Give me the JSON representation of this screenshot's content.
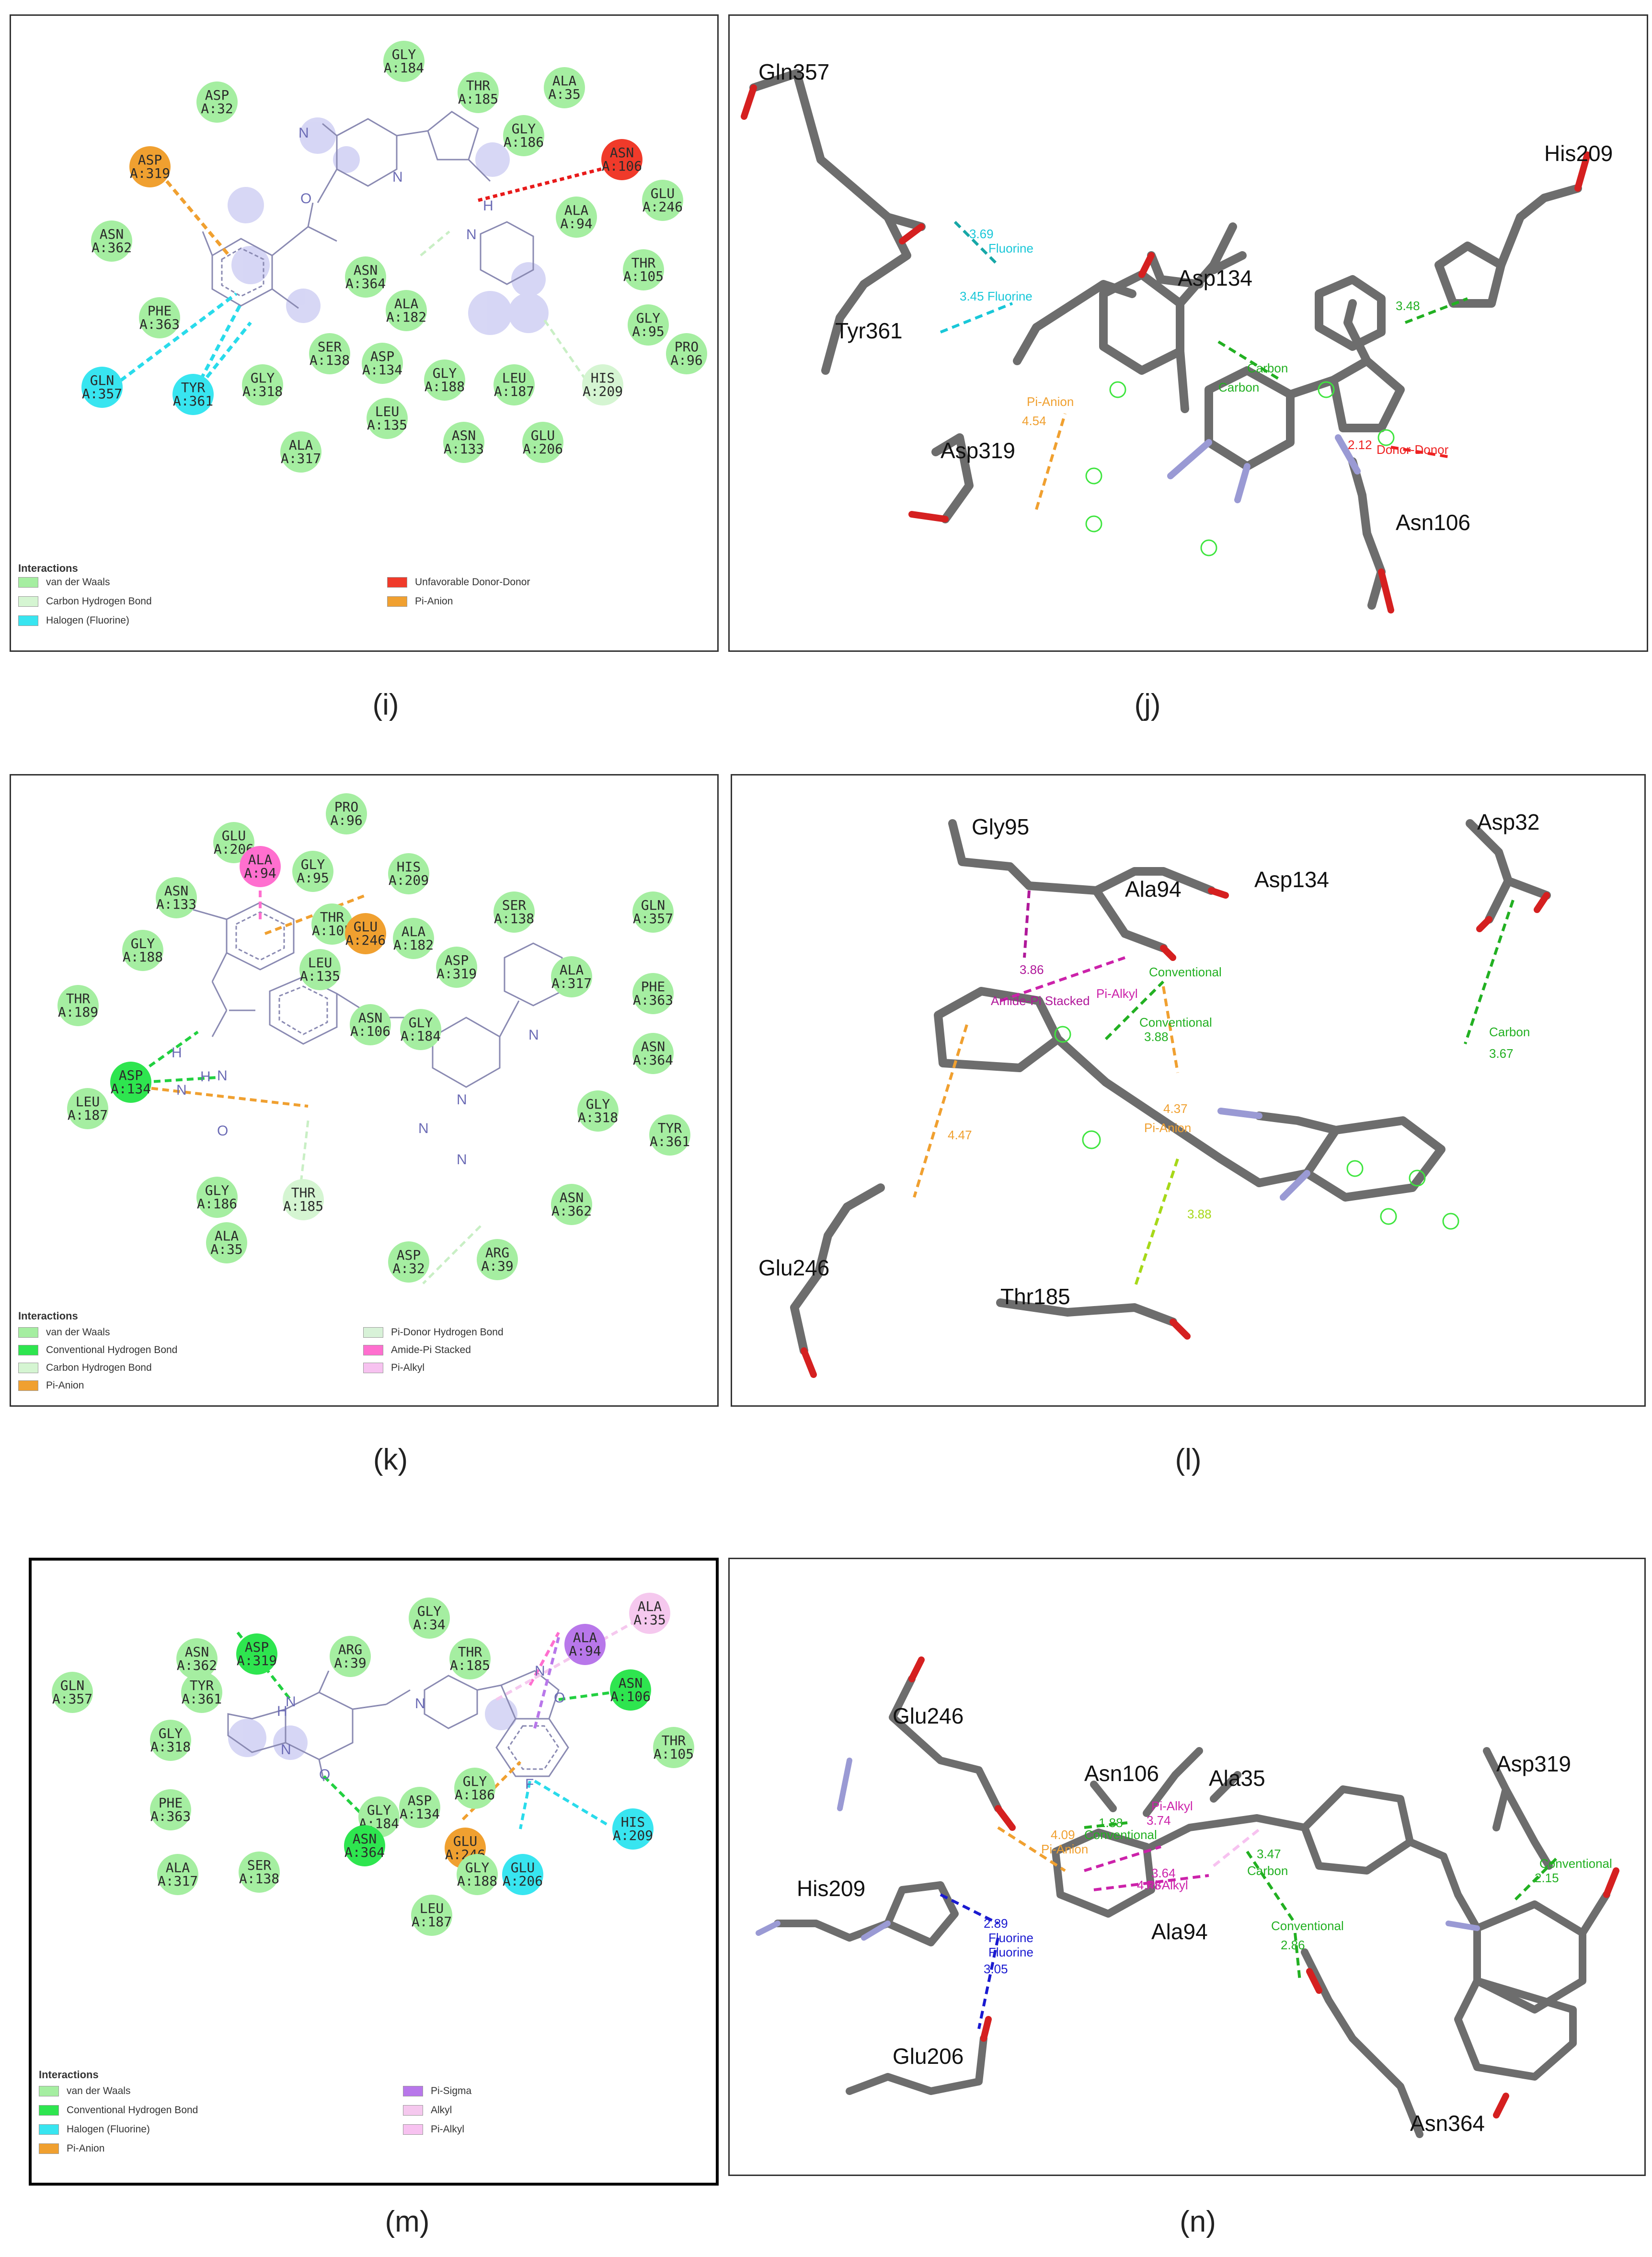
{
  "colors": {
    "vdw": "#a5eea1",
    "conventional": "#2ee54f",
    "carbon_hb": "#d5f5d2",
    "halogen": "#38e5f0",
    "pi_anion": "#f0a030",
    "unfavorable": "#f03a2a",
    "pi_donor": "#d8f2d8",
    "amide_pi": "#ff6fcf",
    "pi_alkyl": "#f7c2f0",
    "pi_sigma": "#b877ea",
    "alkyl": "#f5c8ee"
  },
  "captions": {
    "i": "(i)",
    "j": "(j)",
    "k": "(k)",
    "l": "(l)",
    "m": "(m)",
    "n": "(n)"
  },
  "panel_i": {
    "legend_title": "Interactions",
    "legend": [
      {
        "label": "van der Waals",
        "color": "#a5eea1"
      },
      {
        "label": "Carbon Hydrogen Bond",
        "color": "#d5f5d2"
      },
      {
        "label": "Halogen (Fluorine)",
        "color": "#38e5f0"
      },
      {
        "label": "Unfavorable Donor-Donor",
        "color": "#f03a2a"
      },
      {
        "label": "Pi-Anion",
        "color": "#f0a030"
      }
    ],
    "residues": [
      {
        "a": "GLY",
        "b": "A:184",
        "t": "vdw"
      },
      {
        "a": "THR",
        "b": "A:185",
        "t": "vdw"
      },
      {
        "a": "ALA",
        "b": "A:35",
        "t": "vdw"
      },
      {
        "a": "ASP",
        "b": "A:32",
        "t": "vdw"
      },
      {
        "a": "GLY",
        "b": "A:186",
        "t": "vdw"
      },
      {
        "a": "ASN",
        "b": "A:106",
        "t": "unfavorable"
      },
      {
        "a": "ASP",
        "b": "A:319",
        "t": "pi_anion"
      },
      {
        "a": "GLU",
        "b": "A:246",
        "t": "vdw"
      },
      {
        "a": "ALA",
        "b": "A:94",
        "t": "vdw"
      },
      {
        "a": "ASN",
        "b": "A:362",
        "t": "vdw"
      },
      {
        "a": "THR",
        "b": "A:105",
        "t": "vdw"
      },
      {
        "a": "ASN",
        "b": "A:364",
        "t": "vdw"
      },
      {
        "a": "ALA",
        "b": "A:182",
        "t": "vdw"
      },
      {
        "a": "PHE",
        "b": "A:363",
        "t": "vdw"
      },
      {
        "a": "GLY",
        "b": "A:95",
        "t": "vdw"
      },
      {
        "a": "PRO",
        "b": "A:96",
        "t": "vdw"
      },
      {
        "a": "SER",
        "b": "A:138",
        "t": "vdw"
      },
      {
        "a": "ASP",
        "b": "A:134",
        "t": "vdw"
      },
      {
        "a": "GLY",
        "b": "A:318",
        "t": "vdw"
      },
      {
        "a": "GLY",
        "b": "A:188",
        "t": "vdw"
      },
      {
        "a": "LEU",
        "b": "A:187",
        "t": "vdw"
      },
      {
        "a": "HIS",
        "b": "A:209",
        "t": "carbon_hb"
      },
      {
        "a": "GLN",
        "b": "A:357",
        "t": "halogen"
      },
      {
        "a": "TYR",
        "b": "A:361",
        "t": "halogen"
      },
      {
        "a": "LEU",
        "b": "A:135",
        "t": "vdw"
      },
      {
        "a": "ASN",
        "b": "A:133",
        "t": "vdw"
      },
      {
        "a": "GLU",
        "b": "A:206",
        "t": "vdw"
      },
      {
        "a": "ALA",
        "b": "A:317",
        "t": "vdw"
      }
    ],
    "atoms": [
      "N",
      "O",
      "N",
      "H",
      "N"
    ]
  },
  "panel_j": {
    "residues": [
      "Gln357",
      "His209",
      "Asp134",
      "Tyr361",
      "Asp319",
      "Asn106"
    ],
    "interactions": [
      {
        "text": "3.69",
        "color": "#19c7d8"
      },
      {
        "text": "Fluorine",
        "color": "#19c7d8"
      },
      {
        "text": "3.45 Fluorine",
        "color": "#19c7d8"
      },
      {
        "text": "Carbon",
        "color": "#22b022"
      },
      {
        "text": "3.48",
        "color": "#22b022"
      },
      {
        "text": "Carbon",
        "color": "#22b022"
      },
      {
        "text": "Pi-Anion",
        "color": "#f0a030"
      },
      {
        "text": "4.54",
        "color": "#f0a030"
      },
      {
        "text": "2.12",
        "color": "#ee2222"
      },
      {
        "text": "Donor-Donor",
        "color": "#ee2222"
      }
    ]
  },
  "panel_k": {
    "legend_title": "Interactions",
    "legend": [
      {
        "label": "van der Waals",
        "color": "#a5eea1"
      },
      {
        "label": "Conventional Hydrogen Bond",
        "color": "#2ee54f"
      },
      {
        "label": "Carbon Hydrogen Bond",
        "color": "#d5f5d2"
      },
      {
        "label": "Pi-Anion",
        "color": "#f0a030"
      },
      {
        "label": "Pi-Donor Hydrogen Bond",
        "color": "#d8f2d8"
      },
      {
        "label": "Amide-Pi Stacked",
        "color": "#ff6fcf"
      },
      {
        "label": "Pi-Alkyl",
        "color": "#f7c2f0"
      }
    ],
    "residues": [
      {
        "a": "PRO",
        "b": "A:96",
        "t": "vdw"
      },
      {
        "a": "GLU",
        "b": "A:206",
        "t": "vdw"
      },
      {
        "a": "GLY",
        "b": "A:95",
        "t": "vdw"
      },
      {
        "a": "HIS",
        "b": "A:209",
        "t": "vdw"
      },
      {
        "a": "ASN",
        "b": "A:133",
        "t": "vdw"
      },
      {
        "a": "ALA",
        "b": "A:94",
        "t": "amide_pi"
      },
      {
        "a": "THR",
        "b": "A:105",
        "t": "vdw"
      },
      {
        "a": "SER",
        "b": "A:138",
        "t": "vdw"
      },
      {
        "a": "GLN",
        "b": "A:357",
        "t": "vdw"
      },
      {
        "a": "ALA",
        "b": "A:182",
        "t": "vdw"
      },
      {
        "a": "GLY",
        "b": "A:188",
        "t": "vdw"
      },
      {
        "a": "GLU",
        "b": "A:246",
        "t": "pi_anion"
      },
      {
        "a": "LEU",
        "b": "A:135",
        "t": "vdw"
      },
      {
        "a": "ASP",
        "b": "A:319",
        "t": "vdw"
      },
      {
        "a": "ALA",
        "b": "A:317",
        "t": "vdw"
      },
      {
        "a": "THR",
        "b": "A:189",
        "t": "vdw"
      },
      {
        "a": "PHE",
        "b": "A:363",
        "t": "vdw"
      },
      {
        "a": "ASN",
        "b": "A:106",
        "t": "vdw"
      },
      {
        "a": "GLY",
        "b": "A:184",
        "t": "vdw"
      },
      {
        "a": "ASP",
        "b": "A:134",
        "t": "conventional"
      },
      {
        "a": "ASN",
        "b": "A:364",
        "t": "vdw"
      },
      {
        "a": "LEU",
        "b": "A:187",
        "t": "vdw"
      },
      {
        "a": "GLY",
        "b": "A:318",
        "t": "vdw"
      },
      {
        "a": "TYR",
        "b": "A:361",
        "t": "vdw"
      },
      {
        "a": "GLY",
        "b": "A:186",
        "t": "vdw"
      },
      {
        "a": "THR",
        "b": "A:185",
        "t": "carbon_hb"
      },
      {
        "a": "ASN",
        "b": "A:362",
        "t": "vdw"
      },
      {
        "a": "ALA",
        "b": "A:35",
        "t": "vdw"
      },
      {
        "a": "ASP",
        "b": "A:32",
        "t": "vdw"
      },
      {
        "a": "ARG",
        "b": "A:39",
        "t": "vdw"
      }
    ],
    "atoms": [
      "H",
      "N",
      "H",
      "N",
      "O",
      "N",
      "N",
      "N",
      "N"
    ]
  },
  "panel_l": {
    "residues": [
      "Gly95",
      "Asp32",
      "Ala94",
      "Asp134",
      "Glu246",
      "Thr185"
    ],
    "interactions": [
      {
        "text": "3.86",
        "color": "#b0189a"
      },
      {
        "text": "Amide-Pi Stacked",
        "color": "#b0189a"
      },
      {
        "text": "Pi-Alkyl",
        "color": "#cc22aa"
      },
      {
        "text": "Conventional",
        "color": "#22b022"
      },
      {
        "text": "Conventional",
        "color": "#22b022"
      },
      {
        "text": "3.88",
        "color": "#22b022"
      },
      {
        "text": "4.37",
        "color": "#f0a030"
      },
      {
        "text": "Pi-Anion",
        "color": "#f0a030"
      },
      {
        "text": "4.47",
        "color": "#f0a030"
      },
      {
        "text": "Carbon",
        "color": "#22b022"
      },
      {
        "text": "3.67",
        "color": "#22b022"
      },
      {
        "text": "3.88",
        "color": "#a6d818"
      }
    ]
  },
  "panel_m": {
    "legend_title": "Interactions",
    "legend": [
      {
        "label": "van der Waals",
        "color": "#a5eea1"
      },
      {
        "label": "Conventional Hydrogen Bond",
        "color": "#2ee54f"
      },
      {
        "label": "Halogen (Fluorine)",
        "color": "#38e5f0"
      },
      {
        "label": "Pi-Anion",
        "color": "#f0a030"
      },
      {
        "label": "Pi-Sigma",
        "color": "#b877ea"
      },
      {
        "label": "Alkyl",
        "color": "#f5c8ee"
      },
      {
        "label": "Pi-Alkyl",
        "color": "#f7c2f0"
      }
    ],
    "residues": [
      {
        "a": "GLY",
        "b": "A:34",
        "t": "vdw"
      },
      {
        "a": "ARG",
        "b": "A:39",
        "t": "vdw"
      },
      {
        "a": "ASN",
        "b": "A:362",
        "t": "vdw"
      },
      {
        "a": "ASP",
        "b": "A:319",
        "t": "conventional"
      },
      {
        "a": "THR",
        "b": "A:185",
        "t": "vdw"
      },
      {
        "a": "ALA",
        "b": "A:35",
        "t": "alkyl"
      },
      {
        "a": "ALA",
        "b": "A:94",
        "t": "pi_sigma"
      },
      {
        "a": "GLN",
        "b": "A:357",
        "t": "vdw"
      },
      {
        "a": "TYR",
        "b": "A:361",
        "t": "vdw"
      },
      {
        "a": "ASN",
        "b": "A:106",
        "t": "conventional"
      },
      {
        "a": "GLY",
        "b": "A:318",
        "t": "vdw"
      },
      {
        "a": "THR",
        "b": "A:105",
        "t": "vdw"
      },
      {
        "a": "GLY",
        "b": "A:186",
        "t": "vdw"
      },
      {
        "a": "ASP",
        "b": "A:134",
        "t": "vdw"
      },
      {
        "a": "GLY",
        "b": "A:184",
        "t": "vdw"
      },
      {
        "a": "PHE",
        "b": "A:363",
        "t": "vdw"
      },
      {
        "a": "ASN",
        "b": "A:364",
        "t": "conventional"
      },
      {
        "a": "GLU",
        "b": "A:246",
        "t": "pi_anion"
      },
      {
        "a": "HIS",
        "b": "A:209",
        "t": "halogen"
      },
      {
        "a": "ALA",
        "b": "A:317",
        "t": "vdw"
      },
      {
        "a": "SER",
        "b": "A:138",
        "t": "vdw"
      },
      {
        "a": "GLY",
        "b": "A:188",
        "t": "vdw"
      },
      {
        "a": "GLU",
        "b": "A:206",
        "t": "halogen"
      },
      {
        "a": "LEU",
        "b": "A:187",
        "t": "vdw"
      }
    ],
    "atoms": [
      "H",
      "N",
      "N",
      "N",
      "O",
      "N",
      "O",
      "F"
    ]
  },
  "panel_n": {
    "residues": [
      "Glu246",
      "Asn106",
      "Ala35",
      "Asp319",
      "His209",
      "Ala94",
      "Glu206",
      "Asn364"
    ],
    "interactions": [
      {
        "text": "4.09",
        "color": "#f0a030"
      },
      {
        "text": "Pi-Anion",
        "color": "#f0a030"
      },
      {
        "text": "2.89",
        "color": "#1a1ad0"
      },
      {
        "text": "Fluorine",
        "color": "#1a1ad0"
      },
      {
        "text": "Fluorine",
        "color": "#1a1ad0"
      },
      {
        "text": "3.05",
        "color": "#1a1ad0"
      },
      {
        "text": "1.88",
        "color": "#22b022"
      },
      {
        "text": "Conventional",
        "color": "#22b022"
      },
      {
        "text": "3.74",
        "color": "#cc22aa"
      },
      {
        "text": "Pi-Alkyl",
        "color": "#cc22aa"
      },
      {
        "text": "3.64",
        "color": "#cc22aa"
      },
      {
        "text": "4.48",
        "color": "#cc22aa"
      },
      {
        "text": "Pi-Alkyl",
        "color": "#cc22aa"
      },
      {
        "text": "3.47",
        "color": "#22b022"
      },
      {
        "text": "Carbon",
        "color": "#22b022"
      },
      {
        "text": "Conventional",
        "color": "#22b022"
      },
      {
        "text": "2.86",
        "color": "#22b022"
      },
      {
        "text": "Conventional",
        "color": "#22b022"
      },
      {
        "text": "2.15",
        "color": "#22b022"
      }
    ]
  }
}
